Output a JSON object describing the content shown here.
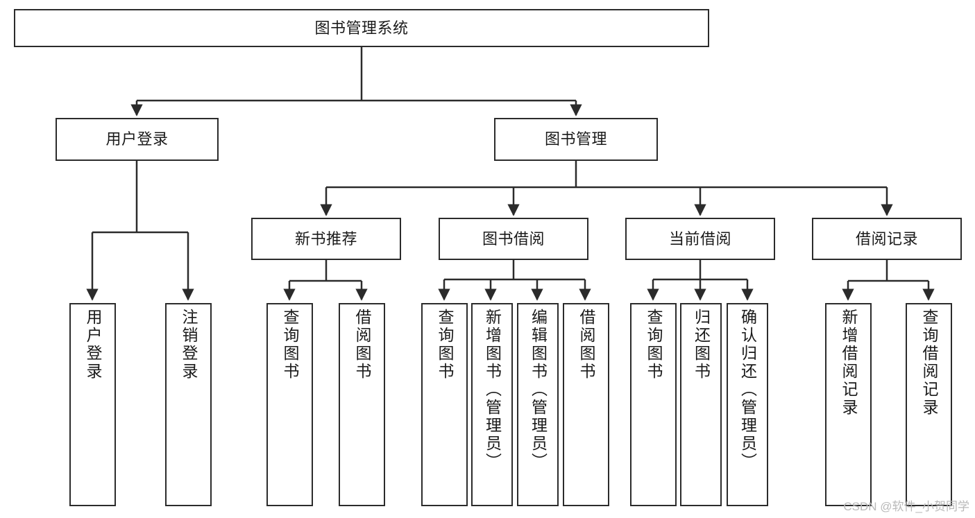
{
  "diagram": {
    "title": "图书管理系统",
    "watermark": "CSDN @软件_小贺同学",
    "stroke_color": "#2b2b2b",
    "background_color": "#ffffff",
    "text_color": "#1a1a1a",
    "watermark_color": "#b9b9b9",
    "nodes": {
      "root": {
        "label": "图书管理系统"
      },
      "level2": [
        {
          "label": "用户登录"
        },
        {
          "label": "图书管理"
        }
      ],
      "level3": [
        {
          "label": "新书推荐"
        },
        {
          "label": "图书借阅"
        },
        {
          "label": "当前借阅"
        },
        {
          "label": "借阅记录"
        }
      ],
      "leaves": {
        "user_login": [
          {
            "label": "用户登录"
          },
          {
            "label": "注销登录"
          }
        ],
        "new_book_recommend": [
          {
            "label": "查询图书"
          },
          {
            "label": "借阅图书"
          }
        ],
        "book_borrow": [
          {
            "label": "查询图书"
          },
          {
            "label": "新增图书（管理员）"
          },
          {
            "label": "编辑图书（管理员）"
          },
          {
            "label": "借阅图书"
          }
        ],
        "current_borrow": [
          {
            "label": "查询图书"
          },
          {
            "label": "归还图书"
          },
          {
            "label": "确认归还（管理员）"
          }
        ],
        "borrow_record": [
          {
            "label": "新增借阅记录"
          },
          {
            "label": "查询借阅记录"
          }
        ]
      }
    }
  }
}
